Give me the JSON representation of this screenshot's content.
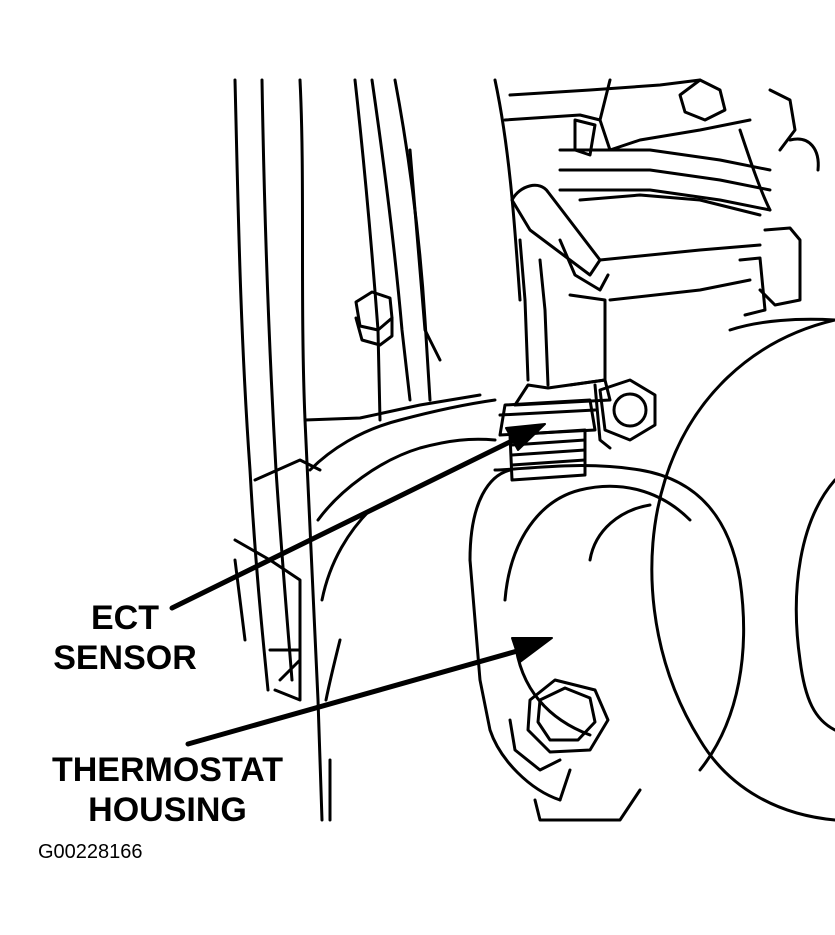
{
  "callouts": {
    "ect_sensor": {
      "line1": "ECT",
      "line2": "SENSOR"
    },
    "thermostat_housing": {
      "line1": "THERMOSTAT",
      "line2": "HOUSING"
    }
  },
  "figure_id": "G00228166",
  "colors": {
    "ink": "#000000",
    "paper": "#ffffff"
  }
}
